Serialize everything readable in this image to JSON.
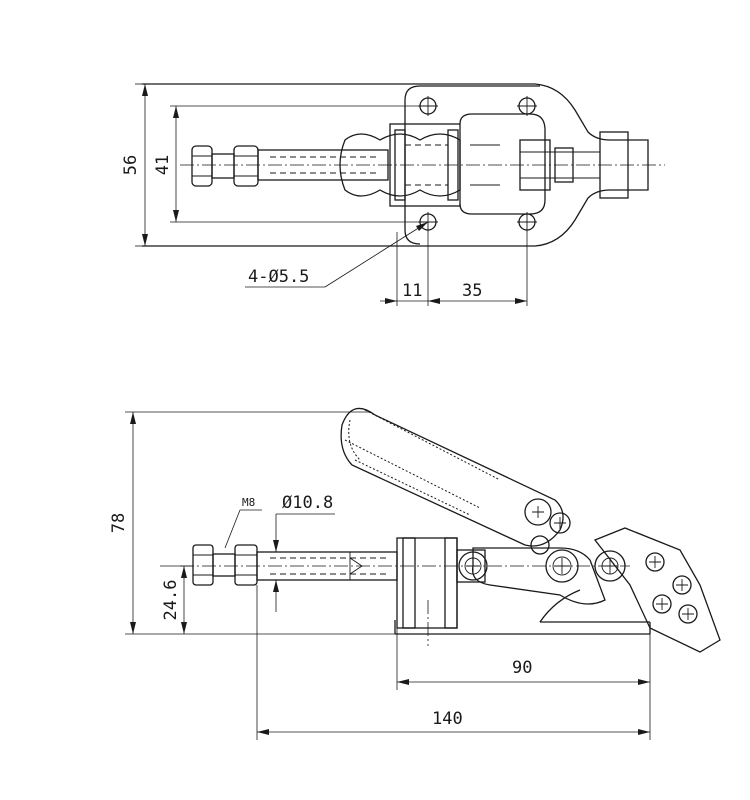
{
  "drawing": {
    "top_view": {
      "dimensions": {
        "overall_width": "56",
        "hole_spacing": "41",
        "hole_callout": "4-Ø5.5",
        "edge_offset": "11",
        "hole_pitch": "35"
      }
    },
    "side_view": {
      "dimensions": {
        "overall_height": "78",
        "thread": "M8",
        "plunger_diameter": "Ø10.8",
        "plunger_height": "24.6",
        "base_length": "90",
        "overall_length": "140"
      }
    }
  }
}
